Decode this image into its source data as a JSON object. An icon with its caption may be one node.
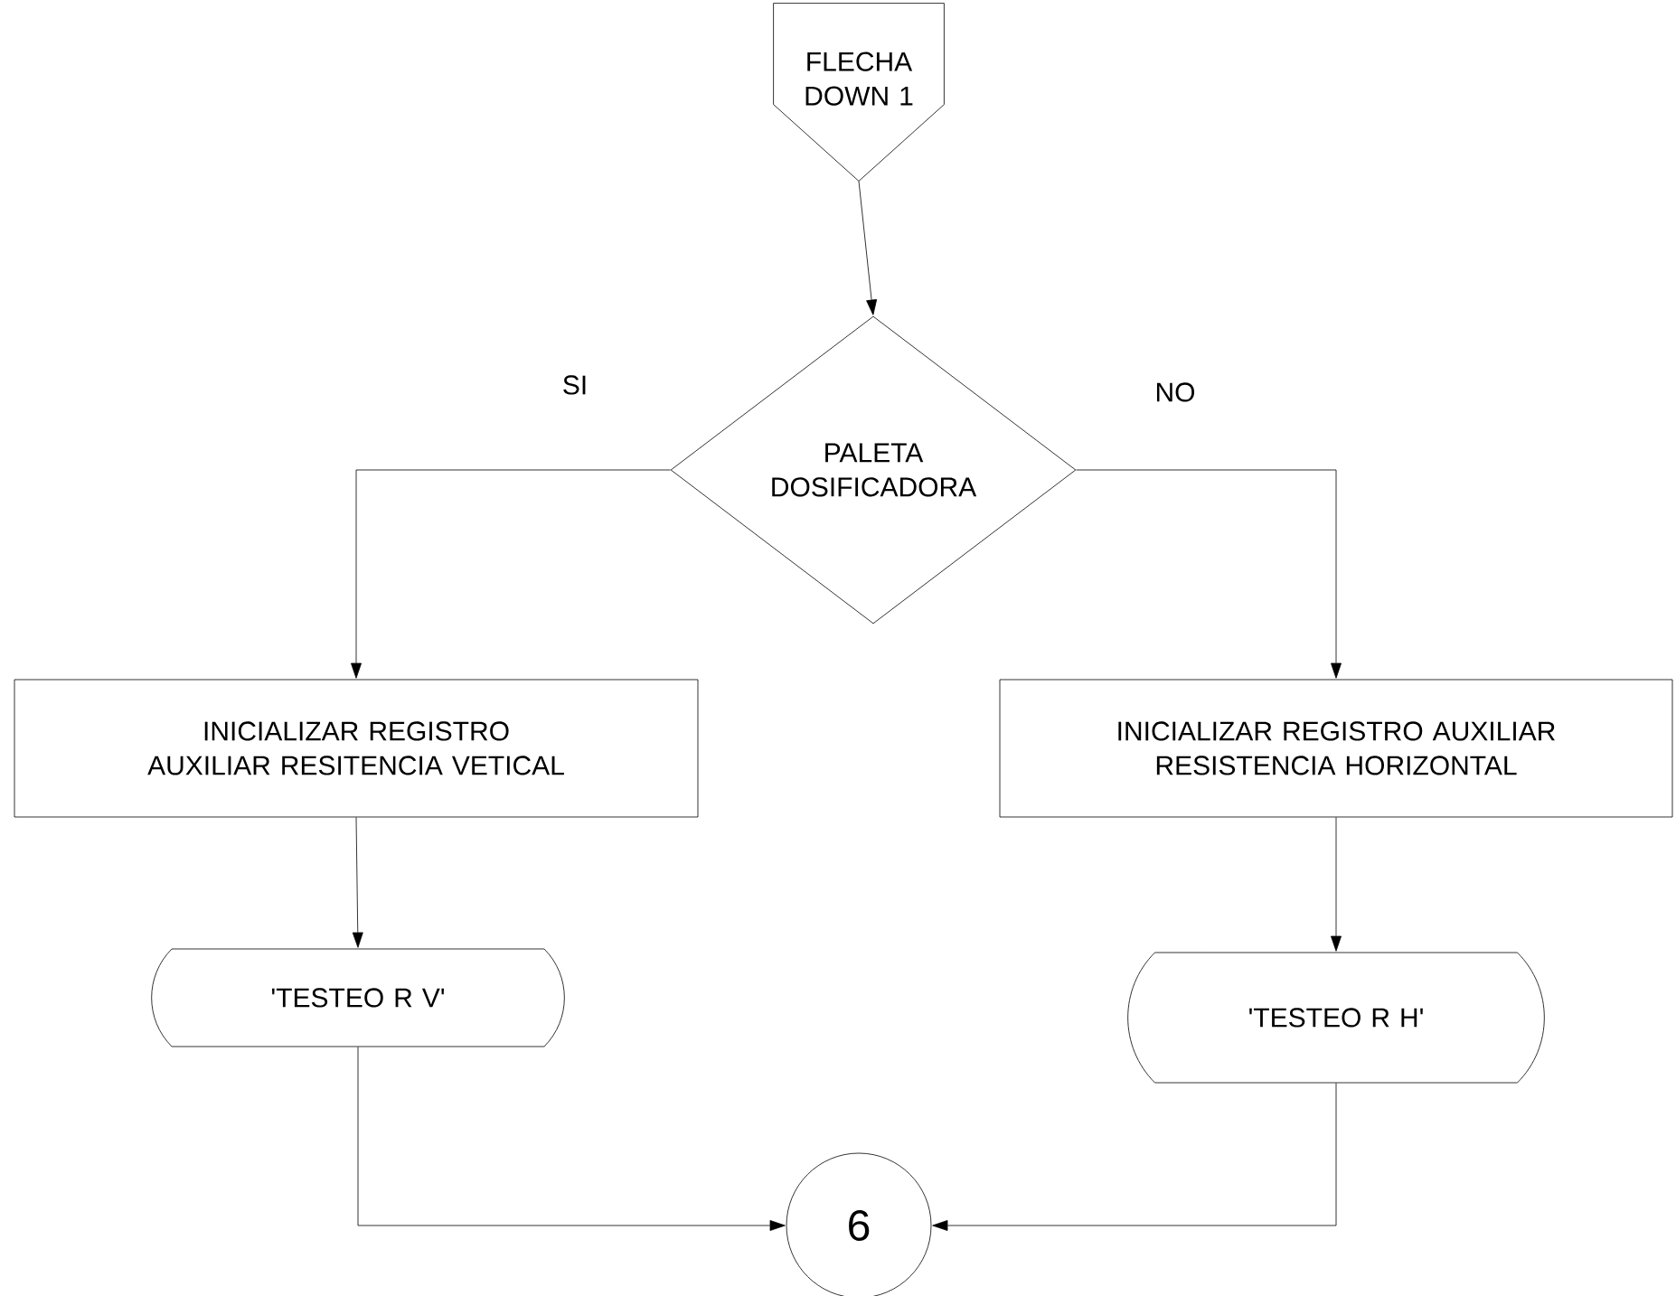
{
  "diagram": {
    "nodes": [
      {
        "text": [
          "FLECHA DOWN 1"
        ]
      },
      {
        "text": [
          "PALETA DOSIFICADORA"
        ]
      },
      {
        "text": [
          "INICIALIZAR REGISTRO AUXILIAR RESITENCIA VETICAL"
        ]
      },
      {
        "text": [
          "INICIALIZAR REGISTRO AUXILIAR RESISTENCIA HORIZONTAL"
        ]
      },
      {
        "text": [
          "'TESTEO R V'"
        ]
      },
      {
        "text": [
          "'TESTEO R H'"
        ]
      },
      {
        "text": [
          "6"
        ]
      }
    ],
    "edges": [
      {
        "from": 0,
        "to": 1,
        "arrow": "to"
      },
      {
        "from": 1,
        "to": 2,
        "arrow": "to",
        "label": "SI"
      },
      {
        "from": 1,
        "to": 3,
        "arrow": "to",
        "label": "NO"
      },
      {
        "from": 2,
        "to": 4,
        "arrow": "to"
      },
      {
        "from": 3,
        "to": 5,
        "arrow": "to"
      },
      {
        "from": 4,
        "to": 6,
        "arrow": "to"
      },
      {
        "from": 5,
        "to": 6,
        "arrow": "to"
      }
    ]
  }
}
